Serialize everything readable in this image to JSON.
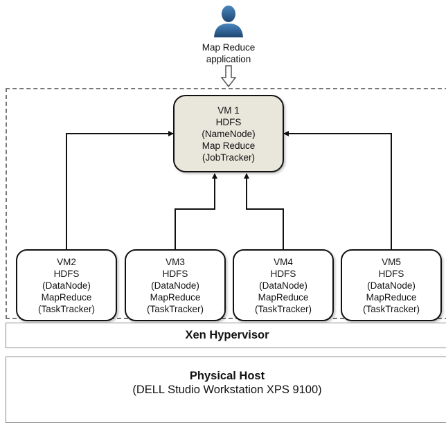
{
  "application": {
    "icon": "user-icon",
    "label_line1": "Map Reduce",
    "label_line2": "application"
  },
  "master_vm": {
    "lines": [
      "VM 1",
      "HDFS",
      "(NameNode)",
      "Map Reduce",
      "(JobTracker)"
    ],
    "fill_color": "#e9e6dc"
  },
  "worker_vms": [
    {
      "lines": [
        "VM2",
        "HDFS",
        "(DataNode)",
        "MapReduce",
        "(TaskTracker)"
      ]
    },
    {
      "lines": [
        "VM3",
        "HDFS",
        "(DataNode)",
        "MapReduce",
        "(TaskTracker)"
      ]
    },
    {
      "lines": [
        "VM4",
        "HDFS",
        "(DataNode)",
        "MapReduce",
        "(TaskTracker)"
      ]
    },
    {
      "lines": [
        "VM5",
        "HDFS",
        "(DataNode)",
        "MapReduce",
        "(TaskTracker)"
      ]
    }
  ],
  "hypervisor": {
    "title": "Xen Hypervisor"
  },
  "physical_host": {
    "title": "Physical Host",
    "subtitle": "(DELL Studio Workstation XPS 9100)"
  },
  "colors": {
    "user_icon": "#2a5d8c",
    "lines": "#111111",
    "dashed_border": "#777777"
  }
}
